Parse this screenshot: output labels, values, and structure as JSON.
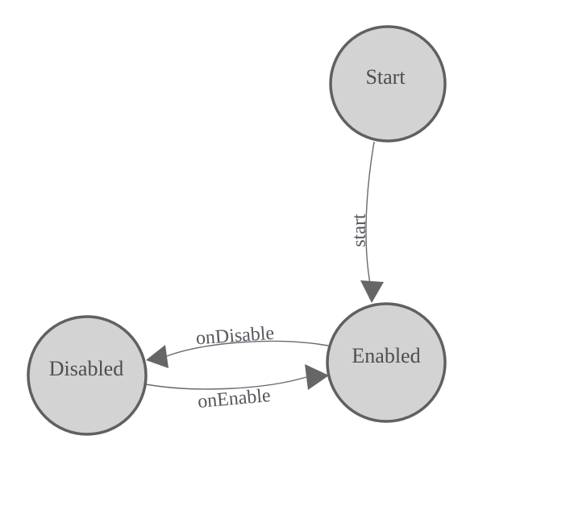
{
  "diagram": {
    "type": "state-machine",
    "colors": {
      "background": "#ffffff",
      "node_fill": "#d3d3d3",
      "node_stroke": "#606060",
      "node_label": "#4d4d52",
      "edge_stroke": "#6a6a6a",
      "arrow_fill": "#666666",
      "edge_label": "#54575e"
    },
    "nodes": [
      {
        "id": "start",
        "label": "Start"
      },
      {
        "id": "enabled",
        "label": "Enabled"
      },
      {
        "id": "disabled",
        "label": "Disabled"
      }
    ],
    "edges": [
      {
        "from": "Start",
        "to": "Enabled",
        "label": "start"
      },
      {
        "from": "Enabled",
        "to": "Disabled",
        "label": "onDisable"
      },
      {
        "from": "Disabled",
        "to": "Enabled",
        "label": "onEnable"
      }
    ]
  }
}
